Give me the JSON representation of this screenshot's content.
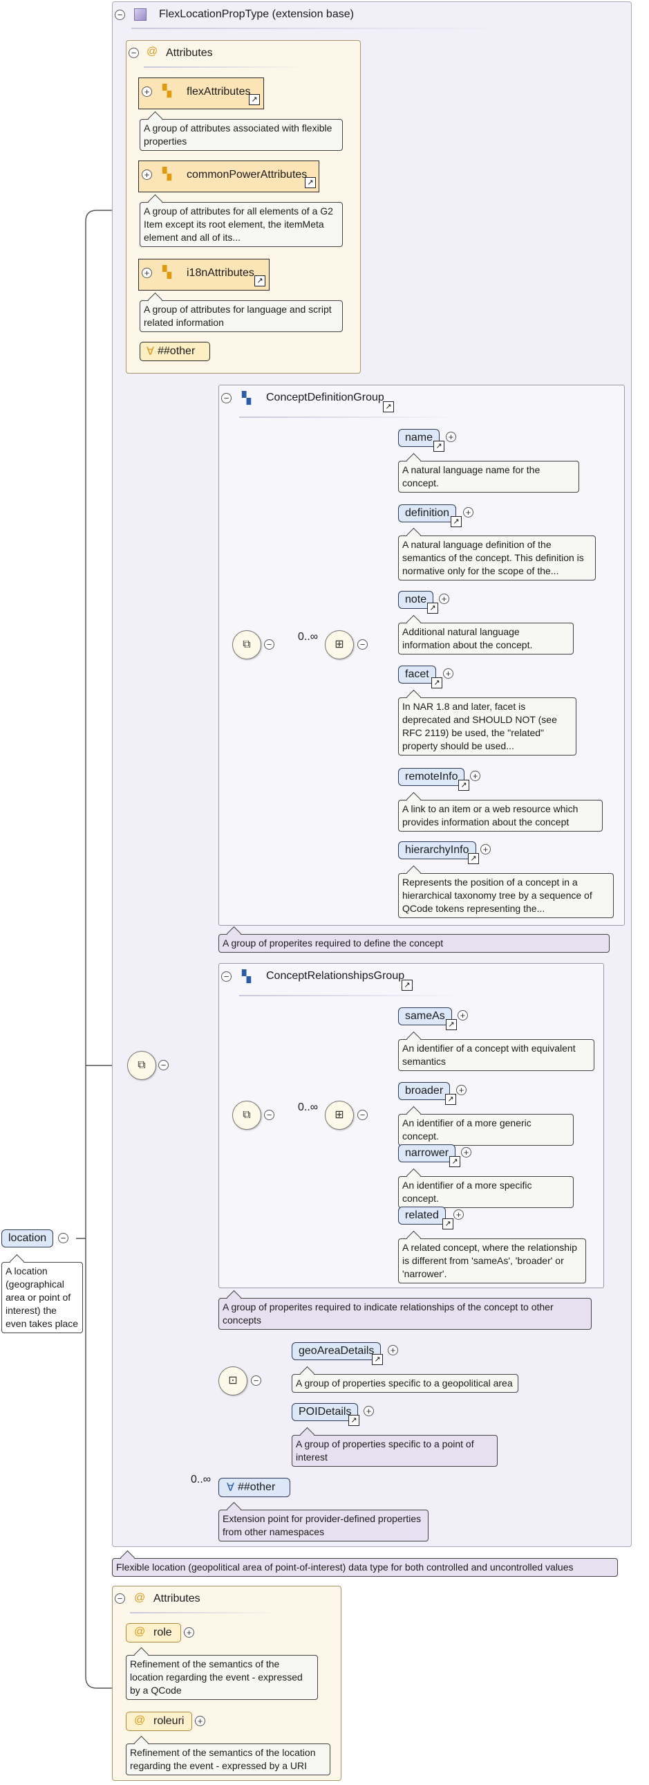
{
  "root": {
    "name": "location",
    "doc": "A location (geographical area or point of interest) the even takes place"
  },
  "ext": {
    "title": "FlexLocationPropType (extension base)",
    "doc": "Flexible location (geopolitical area of point-of-interest) data type for both controlled and uncontrolled values"
  },
  "attributes_inner": {
    "title": "Attributes",
    "groups": [
      {
        "name": "flexAttributes",
        "doc": "A group of attributes associated with flexible properties"
      },
      {
        "name": "commonPowerAttributes",
        "doc": "A group of attributes for all elements of a G2 Item except its root element, the itemMeta element and all of its..."
      },
      {
        "name": "i18nAttributes",
        "doc": "A group of attributes for language and script related information"
      }
    ],
    "other": "##other"
  },
  "concept_def": {
    "title": "ConceptDefinitionGroup",
    "cardinality": "0..∞",
    "doc": "A group of properites required to define the concept",
    "items": [
      {
        "name": "name",
        "doc": "A natural language name for the concept."
      },
      {
        "name": "definition",
        "doc": "A natural language definition of the semantics of the concept. This definition is normative only for the scope of the..."
      },
      {
        "name": "note",
        "doc": "Additional natural language information about the concept."
      },
      {
        "name": "facet",
        "doc": "In NAR 1.8 and later, facet is deprecated and SHOULD NOT (see RFC 2119) be used, the \"related\" property should be used..."
      },
      {
        "name": "remoteInfo",
        "doc": "A link to an item or a web resource which provides information about the concept"
      },
      {
        "name": "hierarchyInfo",
        "doc": "Represents the position of a concept in a hierarchical taxonomy tree by a sequence of QCode tokens representing the..."
      }
    ]
  },
  "concept_rel": {
    "title": "ConceptRelationshipsGroup",
    "cardinality": "0..∞",
    "doc": "A group of properites required to indicate relationships of the concept to other concepts",
    "items": [
      {
        "name": "sameAs",
        "doc": "An identifier of a concept with equivalent semantics"
      },
      {
        "name": "broader",
        "doc": "An identifier of a more generic concept."
      },
      {
        "name": "narrower",
        "doc": "An identifier of a more specific concept."
      },
      {
        "name": "related",
        "doc": "A related concept, where the relationship is different from 'sameAs', 'broader' or 'narrower'."
      }
    ]
  },
  "choice_geo": {
    "items": [
      {
        "name": "geoAreaDetails",
        "doc": "A group of properties specific to a geopolitical area"
      },
      {
        "name": "POIDetails",
        "doc": "A group of properties specific to a point of interest"
      }
    ]
  },
  "any_other": {
    "cardinality": "0..∞",
    "label": "##other",
    "doc": "Extension point for provider-defined properties from other namespaces"
  },
  "attributes_outer": {
    "title": "Attributes",
    "items": [
      {
        "name": "role",
        "doc": "Refinement of the semantics of the location regarding the event - expressed by a QCode"
      },
      {
        "name": "roleuri",
        "doc": "Refinement of the semantics of the location regarding the event - expressed by a URI"
      }
    ]
  },
  "symbols": {
    "expand": "+",
    "collapse": "−",
    "link": "↗",
    "at": "@",
    "any": "∀"
  },
  "colors": {
    "ext_panel": "#f1f0f8",
    "attr_panel": "#fdf7ea",
    "element": "#dce8f7",
    "attr_group": "#fbe5b6"
  }
}
